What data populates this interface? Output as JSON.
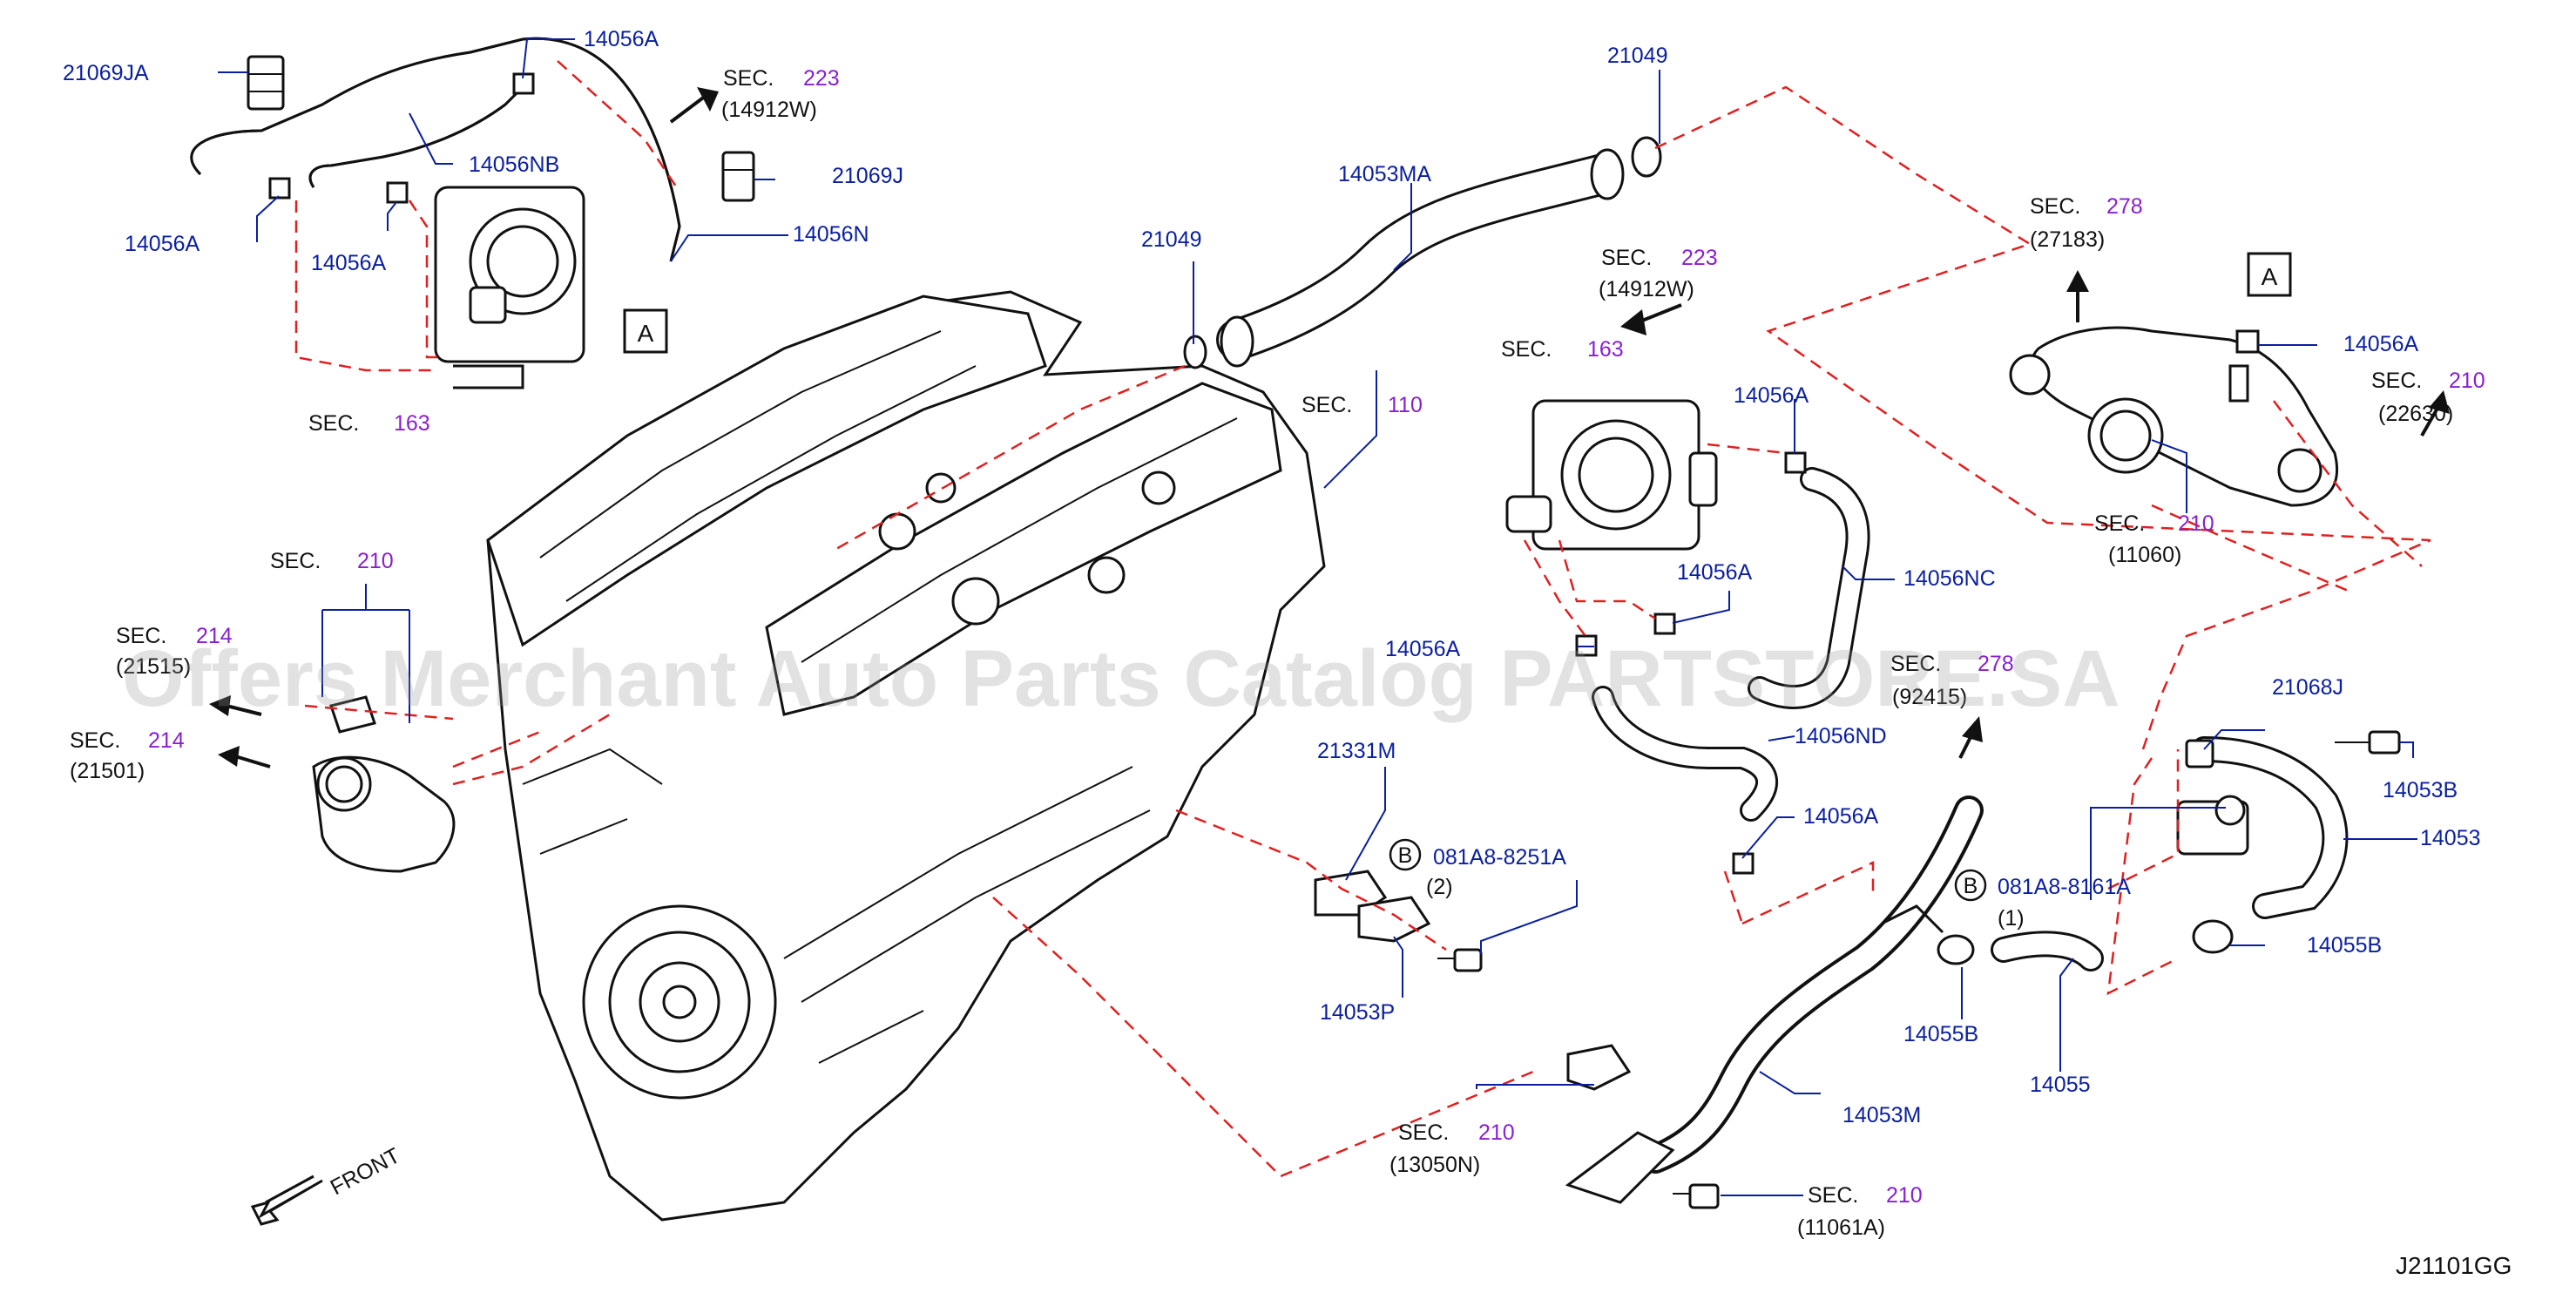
{
  "labels": {
    "p21069JA": "21069JA",
    "p14056A_top": "14056A",
    "sec223_top": "SEC.",
    "sec223_top_num": "223",
    "sec223_top_sub": "(14912W)",
    "p14056NB": "14056NB",
    "p21069J": "21069J",
    "p14056A_left": "14056A",
    "p14056A_left2": "14056A",
    "p14056N": "14056N",
    "sec163_left": "SEC.",
    "sec163_left_num": "163",
    "p21049_top": "21049",
    "p14053MA": "14053MA",
    "p21049_mid": "21049",
    "sec110": "SEC.",
    "sec110_num": "110",
    "sec223_mid": "SEC.",
    "sec223_mid_num": "223",
    "sec223_mid_sub": "(14912W)",
    "sec163_mid": "SEC.",
    "sec163_mid_num": "163",
    "p14056A_mid1": "14056A",
    "p14056A_mid2": "14056A",
    "p14056NC": "14056NC",
    "p14056A_mid3": "14056A",
    "sec278_mid": "SEC.",
    "sec278_mid_num": "278",
    "sec278_mid_sub": "(92415)",
    "p14056ND": "14056ND",
    "p14056A_mid4": "14056A",
    "sec278_right": "SEC.",
    "sec278_right_num": "278",
    "sec278_right_sub": "(27183)",
    "boxA_right": "A",
    "p14056A_right": "14056A",
    "sec210_right": "SEC.",
    "sec210_right_num": "210",
    "sec210_right_sub": "(22630)",
    "sec210_11060": "SEC.",
    "sec210_11060_num": "210",
    "sec210_11060_sub": "(11060)",
    "p21068J": "21068J",
    "p14053B": "14053B",
    "p14053": "14053",
    "p14055B_right": "14055B",
    "sec210_leftmid": "SEC.",
    "sec210_leftmid_num": "210",
    "sec214_a": "SEC.",
    "sec214_a_num": "214",
    "sec214_a_sub": "(21515)",
    "sec214_b": "SEC.",
    "sec214_b_num": "214",
    "sec214_b_sub": "(21501)",
    "p21331M": "21331M",
    "b1_circle": "B",
    "b1_part": "081A8-8251A",
    "b1_qty": "(2)",
    "p14053P": "14053P",
    "b2_circle": "B",
    "b2_part": "081A8-8161A",
    "b2_qty": "(1)",
    "p14055B_mid": "14055B",
    "p14055": "14055",
    "p14053M": "14053M",
    "sec210_13050": "SEC.",
    "sec210_13050_num": "210",
    "sec210_13050_sub": "(13050N)",
    "sec210_11061": "SEC.",
    "sec210_11061_num": "210",
    "sec210_11061_sub": "(11061A)",
    "boxA_left": "A",
    "front": "FRONT",
    "diagram_code": "J21101GG",
    "watermark": "Offers Merchant Auto Parts Catalog PARTSTORE.SA"
  },
  "colors": {
    "label_blue": "#0a1fa0",
    "section_purple": "#8a1fd0",
    "dashed_red": "#e02020",
    "line_black": "#111111"
  }
}
